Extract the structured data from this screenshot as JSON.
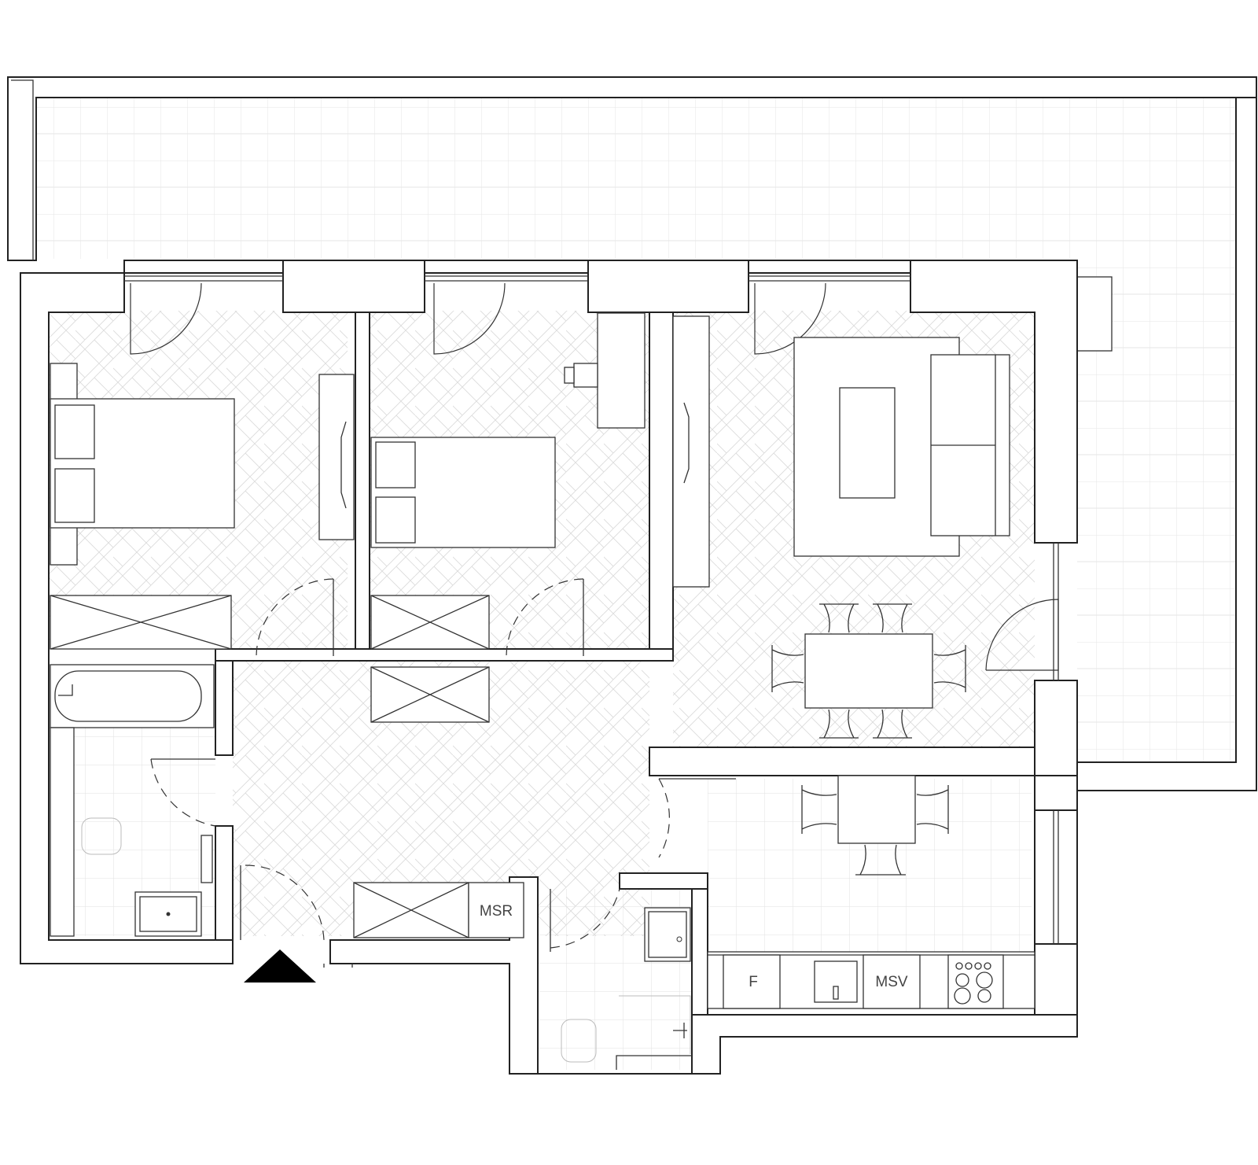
{
  "labels": {
    "msr": "MSR",
    "msv": "MSV",
    "fridge": "F"
  },
  "colors": {
    "wall_stroke": "#222222",
    "floor_hatch": "#dddddd",
    "tile_grid": "#e2e2e2",
    "text": "#444444",
    "entrance_marker": "#000000"
  },
  "icons": {
    "entrance": "entrance-triangle-icon"
  }
}
